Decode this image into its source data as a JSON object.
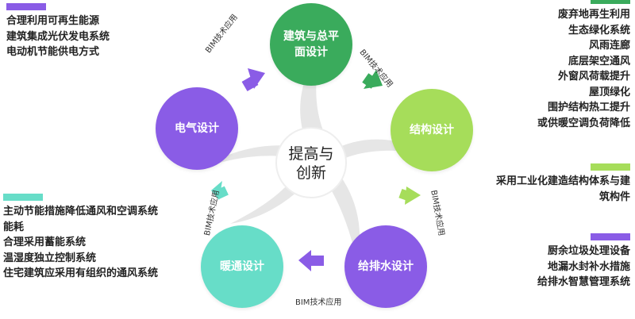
{
  "colors": {
    "green_dark": "#3aab5c",
    "green_light": "#a6dd5a",
    "purple": "#8a5ce6",
    "teal": "#67ddc8",
    "swirl": "#e6e6e6"
  },
  "center": {
    "line1": "提高与",
    "line2": "创新"
  },
  "nodes": {
    "architecture": "建筑与总平面设计",
    "structure": "结构设计",
    "water": "给排水设计",
    "hvac": "暖通设计",
    "electrical": "电气设计"
  },
  "bim_label": "BIM技术应用",
  "panels": {
    "top_left": [
      "合理利用可再生能源",
      "建筑集成光伏发电系统",
      "电动机节能供电方式"
    ],
    "top_right": [
      "废弃地再生利用",
      "生态绿化系统",
      "风雨连廊",
      "底层架空通风",
      "外窗风荷载提升",
      "屋顶绿化",
      "围护结构热工提升",
      "或供暖空调负荷降低"
    ],
    "mid_right": [
      "采用工业化建造结构体系与建",
      "筑构件"
    ],
    "bottom_left": [
      "主动节能措施降低通风和空调系统",
      "能耗",
      "合理采用蓄能系统",
      "温湿度独立控制系统",
      "住宅建筑应采用有组织的通风系统"
    ],
    "bottom_right": [
      "厨余垃圾处理设备",
      "地漏水封补水措施",
      "给排水智慧管理系统"
    ]
  }
}
